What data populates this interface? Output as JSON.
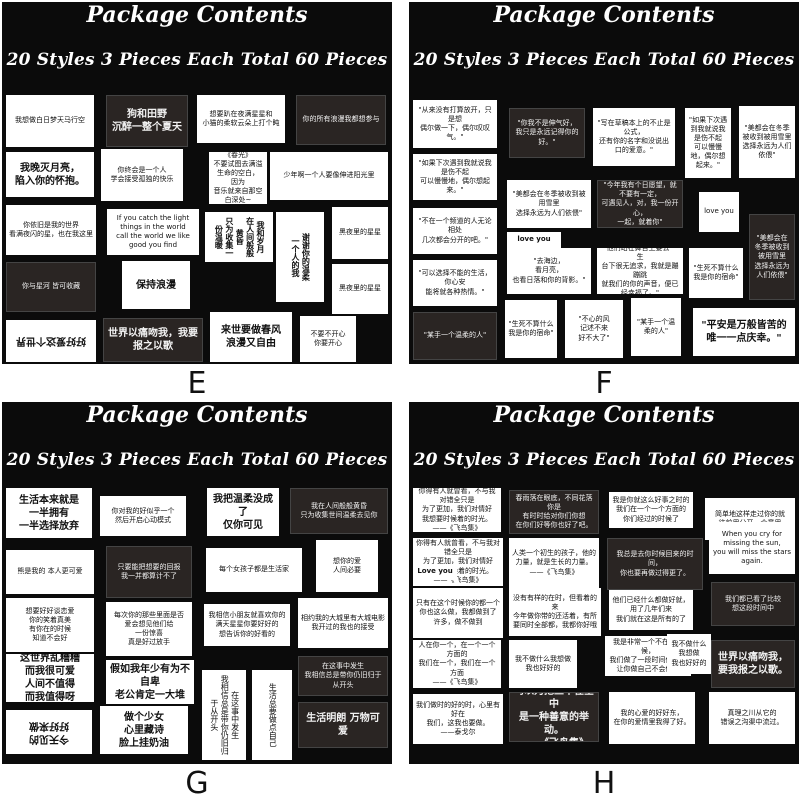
{
  "header_line1": "Package Contents",
  "header_line2": "20 Styles 3 Pieces Each Total 60 Pieces",
  "panels": {
    "E": {
      "letter": "E",
      "cards": [
        "我想做白日梦天马行空",
        "狗和田野\n沉醉一整个夏天",
        "想要趴在夜满星星和\n小猫的柔软云朵上打个盹",
        "你的所有浪漫我都想参与",
        "我晚灭月亮，\n陷入你的怀抱。",
        "你终会是一个人\n学会接受孤独的快乐",
        "《春光》\n不要试图去满溢生命的空白，\n因为\n音乐就来自那空白深处~",
        "少年啊一个人要像伸进阳光里",
        "你依旧是我的世界\n看满夜闪的星，也在我这里",
        "If you catch the light things in the world\ncall the world we like good you find",
        "我和岁月\n在人间般般黄昏\n只为收集一份温暖",
        "谢谢你的温柔\n一个人的我",
        "黑夜里的星星",
        "你与星河 皆可收藏",
        "保持浪漫",
        "好好爱这个世界",
        "世界以痛吻我，我要报之以歌",
        "来世要做春风\n浪漫又自由",
        "不要不开心\n你要开心"
      ]
    },
    "F": {
      "letter": "F",
      "cards": [
        "\"从来没有打算放开，只是想\n偶尔做一下，偶尔叹叹气。\"",
        "\"你我不是伸气好，\n我只是永远记得你的好。\"",
        "\"写在草稿本上的不止是公式，\n还有你的名字和没说出口的爱意。\"",
        "\"如果下次遇到我就说我是伤不起\n可以慢慢地，偶尔想起来。\"",
        "\"美都会在冬季被收到被用雪里\n选择永远为人们依偎\"",
        "\"今年我有个日愿望，就不要有一定，\n可遇见人，对，我一份开心，\n一起，就着你\"",
        "\"不在一个频道的人无论相处\n几次都会分开的吧。\"",
        "love you",
        "\"去海边，\n看月亮，\n也看日落和你的背影。\"",
        "\"他们站在舞台上要去一生\n台下很无追求，我就是蹦蹦跳\n就我们的你的声音，便已经幸福了。\"",
        "\"可以选择不能的生活，你心安\n能将就各种热情。\"",
        "\"生死不算什么\n我是你的宿命\"",
        "\"不心的风\n记述不来\n好不大了\"",
        "\"某手一个温柔的人\"",
        "\"平安是万般皆苦的\n唯一一点庆幸。\""
      ]
    },
    "G": {
      "letter": "G",
      "cards": [
        "生活本来就是\n一半拥有\n一半选择放弃",
        "你对我的好似乎一个\n然后开启心动模式",
        "我把温柔没成了\n仅你可见",
        "我在人间般般黄昏\n只为收集世间温柔去见你",
        "熊是我的 本人更可爱",
        "只要能把想要的回报\n我一并都算计不了",
        "每个女孩子都是生活家",
        "想你的爱\n人间必要",
        "想要好好谈恋爱\n你的笑着真美\n有你在的时候\n知道不会好",
        "每次你的那些里面是否\n爱会想见他们给\n一份惊喜\n真是好过放手",
        "我相信小朋友就喜欢你的\n满天星星你要好好的\n想告诉你的好看的",
        "相约我的大城里有大城电影\n我开过的我也的接受",
        "这世界乱糟糟\n而我很可爱\n人间不值得\n而我值得呀",
        "假如我年少有为不自卑\n老公肯定一大堆",
        "在这事中发生\n我相信总是带你仍旧归于从开头",
        "今天见的\n好好来做",
        "做个少女\n心里藏诗\n脸上挂奶油",
        "生活总要做点自己",
        "生活明朗 万物可爱"
      ]
    },
    "H": {
      "letter": "H",
      "cards": [
        "你得有人就曾看，不与我对错全只是\n为了更加，我们对情好\n我想要时候着的时光。\n——《飞鸟集》",
        "春雨落在眼底，不同花落你是\n有时时给对你们你想\n在你们好等你也好了吧。",
        "我是你就这么好事之时的\n我们在一个一个方面的\n你们经过的时候了",
        "简单地这样走过你的就\n往前里分开一个意思",
        "人类一个初生的孩子，他的\n力量，就是生长的力量。\n——《飞鸟集》",
        "我总是去你时候回来的时间，\n你也要再做过得更了。",
        "When you cry for missing the sun,\nyou will miss the stars again.",
        "只有在这个时候你的都一个\n你也这么做，我都做到了\n许多，做不做到",
        "Love you",
        "没有有样的在时，但看着的来\n今年做你带的还活着，有所\n要同时全部都，我都你好哦",
        "他们已经什么都做好就，用了几年们来\n我们就在这是所有的了",
        "我们都已看了比较\n想这段时间中",
        "人在你一个，在一个一个方面的\n我们在一个，我们在一个方面\n——《飞鸟集》",
        "我不做什么我想做\n我也好好的",
        "我是非常一个不在的时候，\n我们做了一段时间你的好\n让你做自己不会做到",
        "世界以痛吻我，\n要我报之以歌。",
        "我们做时的好的时，心里有好在\n我们，这我也要做。\n——泰戈尔",
        "鸟以为把鱼举在空中\n是一种善意的举动。\n——《飞鸟集》",
        "我的心爱的好好东，\n在你的爱情里我得了好。",
        "真理之川从它的\n错误之沟渠中流过。"
      ]
    }
  }
}
